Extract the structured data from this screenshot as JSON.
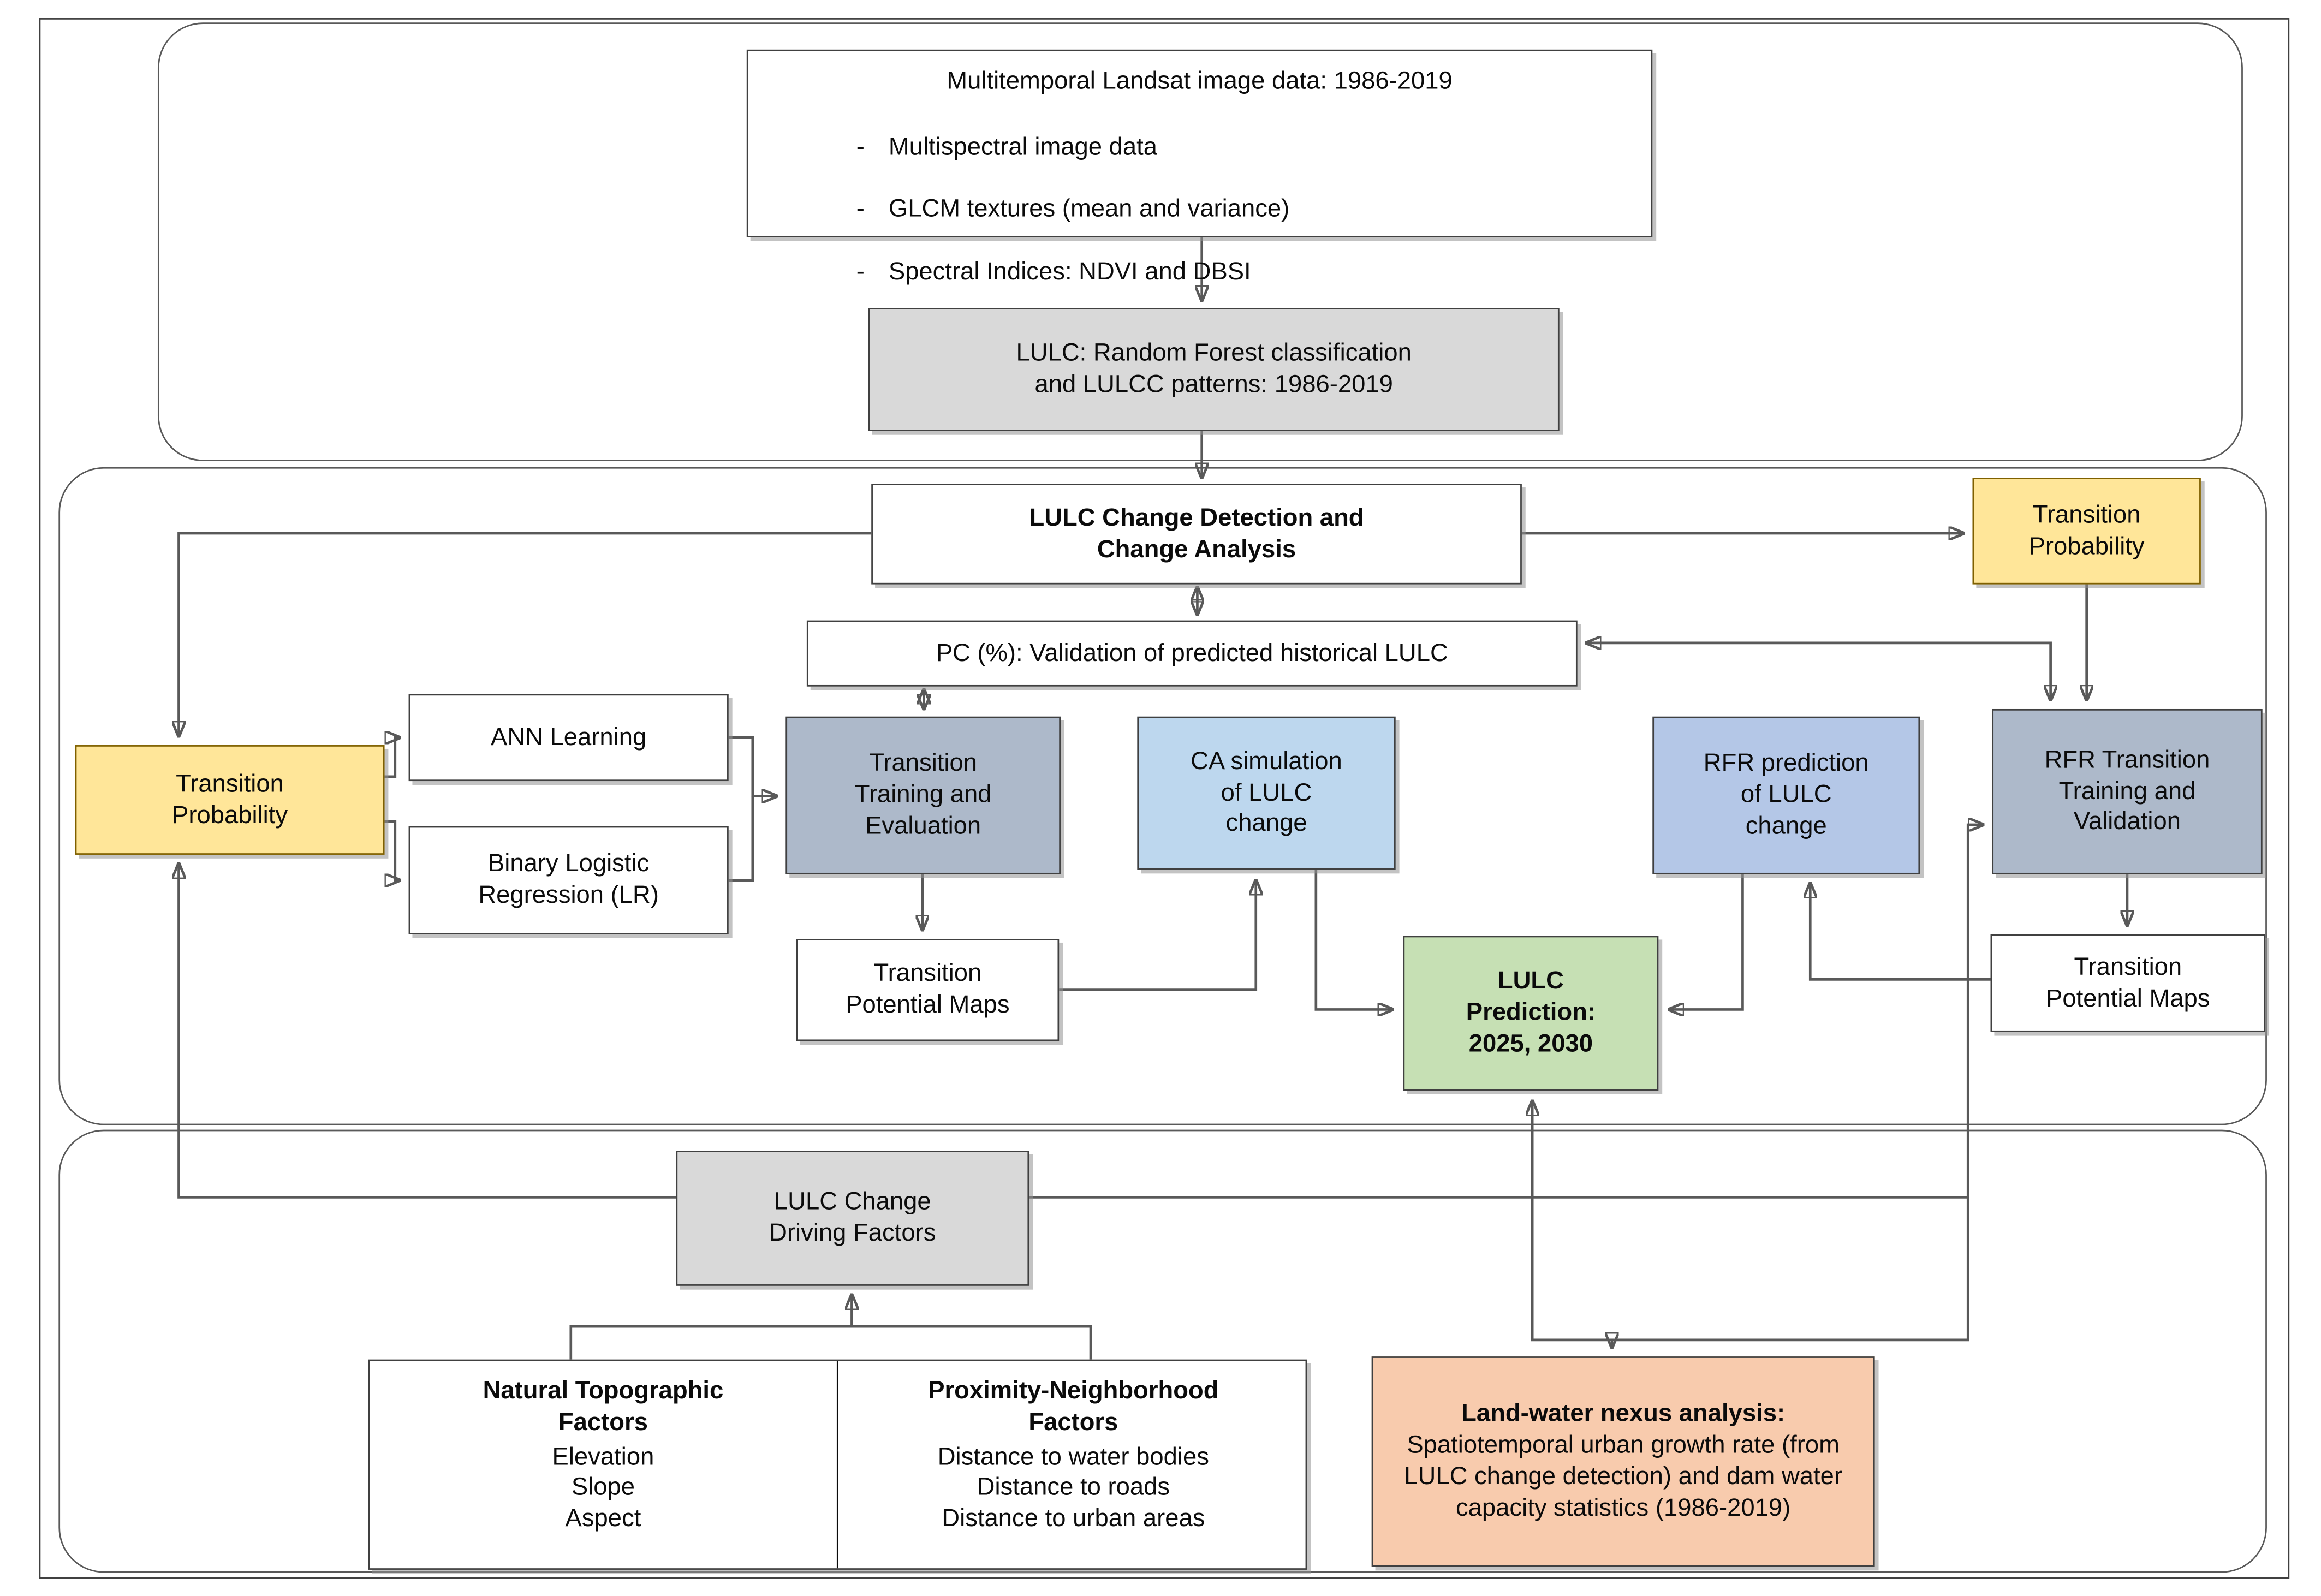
{
  "colors": {
    "gray_box": "#d9d9d9",
    "yellow_box": "#ffe699",
    "slate_box": "#adb9ca",
    "lightblue_box": "#bdd7ee",
    "periwinkle_box": "#b4c7e7",
    "green_box": "#c6e0b4",
    "orange_box": "#f8cbad",
    "white_box": "#ffffff",
    "line": "#595959",
    "arrow": "#000000"
  },
  "nodes": {
    "landsat": {
      "title": "Multitemporal Landsat image data: 1986-2019",
      "bullet_marker": "-",
      "bullets": [
        "Multispectral image data",
        "GLCM textures (mean and variance)",
        "Spectral Indices: NDVI and DBSI"
      ]
    },
    "lulc_rf": {
      "label": "LULC: Random Forest classification\nand LULCC patterns: 1986-2019"
    },
    "change_detection": {
      "label": "LULC Change Detection and\nChange Analysis"
    },
    "tp_right": {
      "label": "Transition\nProbability"
    },
    "pc_validation": {
      "label": "PC (%): Validation of predicted historical LULC"
    },
    "tp_left": {
      "label": "Transition\nProbability"
    },
    "ann": {
      "label": "ANN Learning"
    },
    "binary_lr": {
      "label": "Binary Logistic\nRegression (LR)"
    },
    "transition_training": {
      "label": "Transition\nTraining and\nEvaluation"
    },
    "ca_simulation": {
      "label": "CA simulation\nof LULC\nchange"
    },
    "rfr_prediction": {
      "label": "RFR prediction\nof LULC\nchange"
    },
    "rfr_transition": {
      "label": "RFR Transition\nTraining and\nValidation"
    },
    "potential_maps_left": {
      "label": "Transition\nPotential Maps"
    },
    "lulc_prediction": {
      "label": "LULC\nPrediction:\n2025, 2030"
    },
    "potential_maps_right": {
      "label": "Transition\nPotential Maps"
    },
    "driving_factors": {
      "label": "LULC Change\nDriving Factors"
    },
    "natural_factors": {
      "title": "Natural Topographic\nFactors",
      "items": [
        "Elevation",
        "Slope",
        "Aspect"
      ]
    },
    "proximity_factors": {
      "title": "Proximity-Neighborhood\nFactors",
      "items": [
        "Distance to water bodies",
        "Distance to roads",
        "Distance to urban areas"
      ]
    },
    "land_water": {
      "title": "Land-water nexus analysis:",
      "body": "Spatiotemporal urban growth rate (from LULC change detection) and dam water capacity statistics (1986-2019)"
    }
  }
}
